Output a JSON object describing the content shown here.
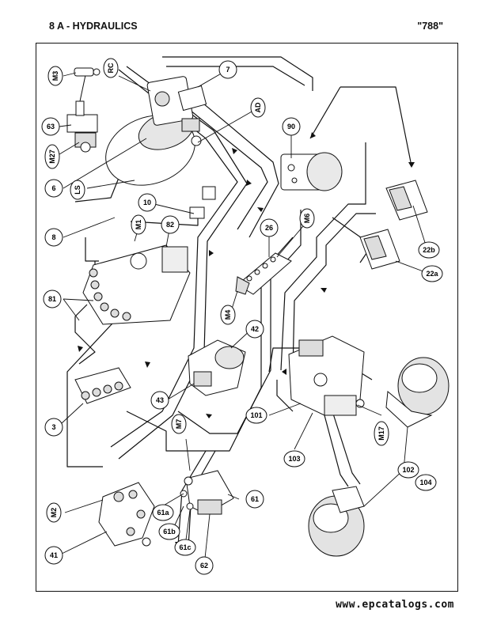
{
  "header": {
    "section_title": "8 A - HYDRAULICS",
    "page_code": "\"788\""
  },
  "footer": {
    "watermark": "www.epcatalogs.com"
  },
  "callouts": [
    {
      "id": "c-M3",
      "text": "M3",
      "rot": -90
    },
    {
      "id": "c-RC",
      "text": "RC",
      "rot": -90
    },
    {
      "id": "c-7",
      "text": "7",
      "rot": 0
    },
    {
      "id": "c-AD",
      "text": "AD",
      "rot": -90
    },
    {
      "id": "c-63",
      "text": "63",
      "rot": 0
    },
    {
      "id": "c-M27",
      "text": "M27",
      "rot": -90
    },
    {
      "id": "c-90",
      "text": "90",
      "rot": 0
    },
    {
      "id": "c-6",
      "text": "6",
      "rot": 0
    },
    {
      "id": "c-LS",
      "text": "LS",
      "rot": -90
    },
    {
      "id": "c-10",
      "text": "10",
      "rot": 0
    },
    {
      "id": "c-8",
      "text": "8",
      "rot": 0
    },
    {
      "id": "c-M1",
      "text": "M1",
      "rot": -90
    },
    {
      "id": "c-82",
      "text": "82",
      "rot": 0
    },
    {
      "id": "c-26",
      "text": "26",
      "rot": 0
    },
    {
      "id": "c-M6",
      "text": "M6",
      "rot": -90
    },
    {
      "id": "c-22b",
      "text": "22b",
      "rot": 0
    },
    {
      "id": "c-22a",
      "text": "22a",
      "rot": 0
    },
    {
      "id": "c-81",
      "text": "81",
      "rot": 0
    },
    {
      "id": "c-M4",
      "text": "M4",
      "rot": -90
    },
    {
      "id": "c-42",
      "text": "42",
      "rot": 0
    },
    {
      "id": "c-43",
      "text": "43",
      "rot": 0
    },
    {
      "id": "c-101",
      "text": "101",
      "rot": 0
    },
    {
      "id": "c-3",
      "text": "3",
      "rot": 0
    },
    {
      "id": "c-M7",
      "text": "M7",
      "rot": -90
    },
    {
      "id": "c-M17",
      "text": "M17",
      "rot": -90
    },
    {
      "id": "c-103",
      "text": "103",
      "rot": 0
    },
    {
      "id": "c-102",
      "text": "102",
      "rot": 0
    },
    {
      "id": "c-104",
      "text": "104",
      "rot": 0
    },
    {
      "id": "c-M2",
      "text": "M2",
      "rot": -90
    },
    {
      "id": "c-61a",
      "text": "61a",
      "rot": 0
    },
    {
      "id": "c-61",
      "text": "61",
      "rot": 0
    },
    {
      "id": "c-61b",
      "text": "61b",
      "rot": 0
    },
    {
      "id": "c-61c",
      "text": "61c",
      "rot": 0
    },
    {
      "id": "c-41",
      "text": "41",
      "rot": 0
    },
    {
      "id": "c-62",
      "text": "62",
      "rot": 0
    }
  ]
}
